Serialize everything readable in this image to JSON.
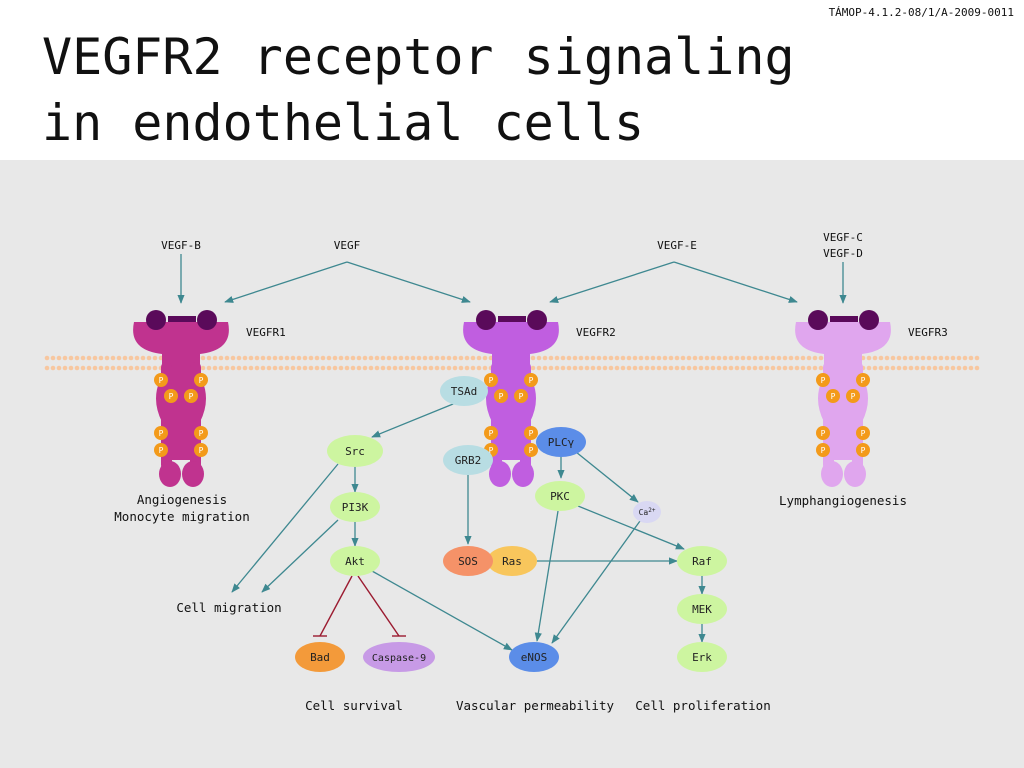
{
  "header_code": "TÁMOP-4.1.2-08/1/A-2009-0011",
  "title_lines": [
    "VEGFR2 receptor signaling",
    "in endothelial cells"
  ],
  "ligands": {
    "vegf_b": "VEGF-B",
    "vegf": "VEGF",
    "vegf_e": "VEGF-E",
    "vegf_c": "VEGF-C",
    "vegf_d": "VEGF-D"
  },
  "receptors": {
    "r1": "VEGFR1",
    "r2": "VEGFR2",
    "r3": "VEGFR3"
  },
  "phospho": "P",
  "nodes": {
    "tsad": "TSAd",
    "src": "Src",
    "grb2": "GRB2",
    "plcg": "PLCγ",
    "pkc": "PKC",
    "ca_base": "Ca",
    "ca_sup": "2+",
    "pi3k": "PI3K",
    "akt": "Akt",
    "sos": "SOS",
    "ras": "Ras",
    "raf": "Raf",
    "mek": "MEK",
    "erk": "Erk",
    "bad": "Bad",
    "caspase": "Caspase-9",
    "enos": "eNOS"
  },
  "outcomes": {
    "angiogenesis": "Angiogenesis",
    "monocyte": "Monocyte migration",
    "lymph": "Lymphangiogenesis",
    "cell_migration": "Cell migration",
    "cell_survival": "Cell survival",
    "vasc_perm": "Vascular permeability",
    "cell_prolif": "Cell proliferation"
  },
  "colors": {
    "background": "#e8e8e8",
    "r1": "#c0338f",
    "r2": "#c05ee0",
    "r3": "#e0a6ee",
    "head": "#5a0a5a",
    "phospho": "#f39a1a",
    "arrow": "#3e8890",
    "inhibit": "#9b1b30",
    "green_node": "#cdf5a0",
    "blue_node": "#5b8de8",
    "light_blue_node": "#b8dde3",
    "orange_node": "#f39a3a",
    "salmon_node": "#f59268",
    "yellow_node": "#f8c65c",
    "lilac_node": "#c79ae6",
    "lavender_node": "#d9d8f3"
  }
}
